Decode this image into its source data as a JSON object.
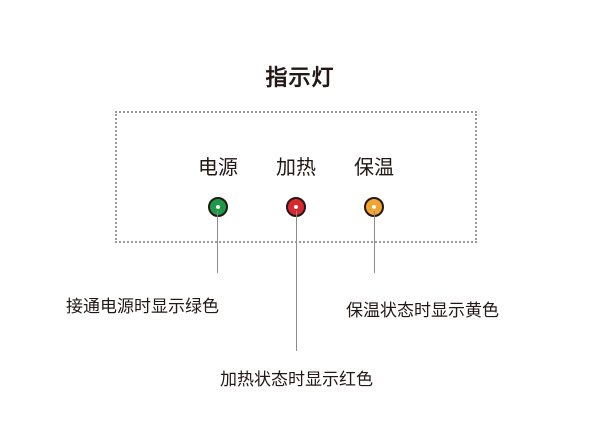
{
  "title": "指示灯",
  "indicators": [
    {
      "label": "电源",
      "color": "#1e9a47",
      "note": "接通电源时显示绿色"
    },
    {
      "label": "加热",
      "color": "#d8282f",
      "note": "加热状态时显示红色"
    },
    {
      "label": "保温",
      "color": "#f0a431",
      "note": "保温状态时显示黄色"
    }
  ]
}
